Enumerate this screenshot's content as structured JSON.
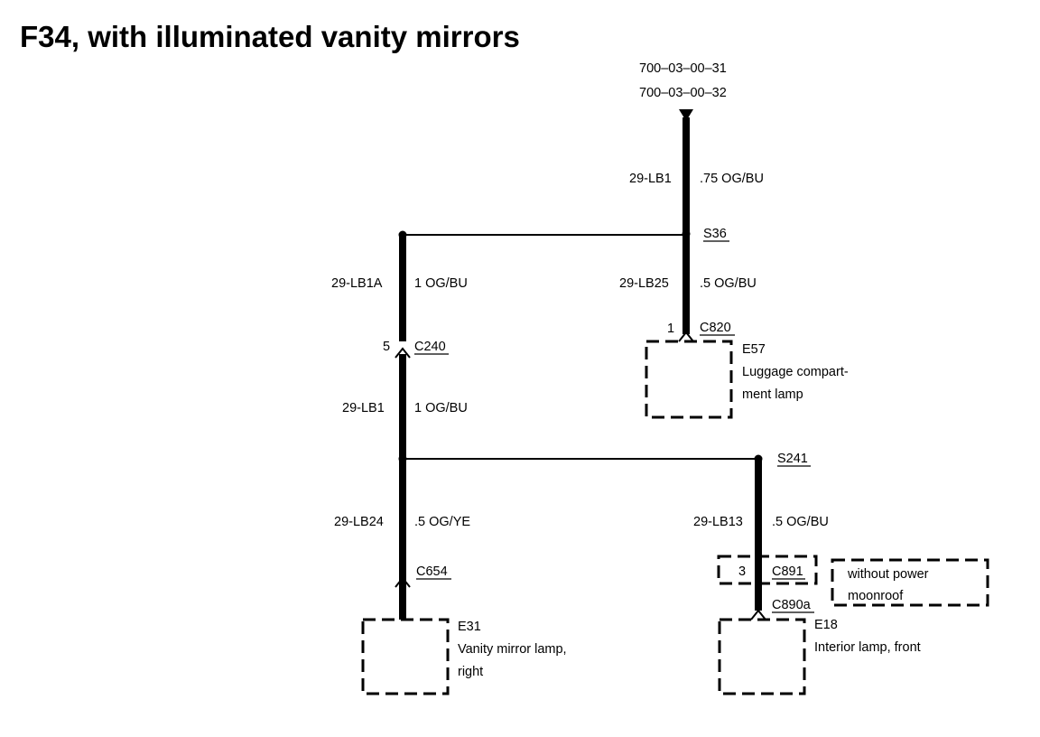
{
  "title": "F34, with illuminated vanity mirrors",
  "references": [
    "700–03–00–31",
    "700–03–00–32"
  ],
  "wires": {
    "feed": {
      "circuit": "29-LB1",
      "spec": ".75 OG/BU"
    },
    "luggage": {
      "circuit": "29-LB25",
      "spec": ".5 OG/BU"
    },
    "left_upper": {
      "circuit": "29-LB1A",
      "spec": "1 OG/BU"
    },
    "left_middle": {
      "circuit": "29-LB1",
      "spec": "1 OG/BU"
    },
    "vanity": {
      "circuit": "29-LB24",
      "spec": ".5 OG/YE"
    },
    "interior": {
      "circuit": "29-LB13",
      "spec": ".5 OG/BU"
    }
  },
  "splices": {
    "s36": "S36",
    "s241": "S241"
  },
  "connectors": {
    "c820": {
      "id": "C820",
      "pin": "1"
    },
    "c240": {
      "id": "C240",
      "pin": "5"
    },
    "c654": {
      "id": "C654"
    },
    "c891": {
      "id": "C891",
      "pin": "3"
    },
    "c890a": {
      "id": "C890a"
    }
  },
  "components": {
    "e57": {
      "id": "E57",
      "desc": [
        "Luggage compart-",
        "ment lamp"
      ]
    },
    "e31": {
      "id": "E31",
      "desc": [
        "Vanity mirror lamp,",
        "right"
      ]
    },
    "e18": {
      "id": "E18",
      "desc": [
        "Interior lamp, front"
      ]
    }
  },
  "note": [
    "without power",
    "moonroof"
  ]
}
